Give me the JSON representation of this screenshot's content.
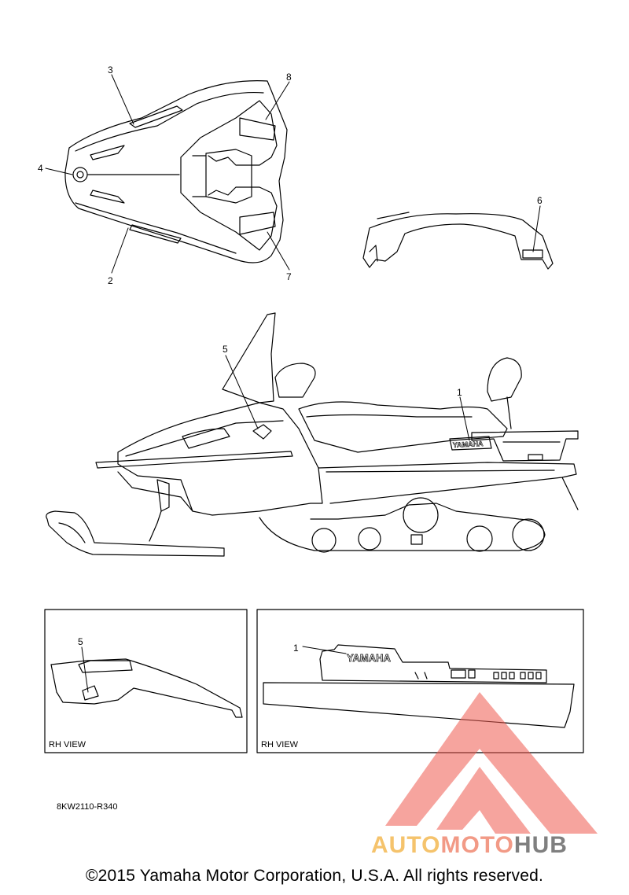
{
  "callouts": {
    "c1": "1",
    "c2": "2",
    "c3": "3",
    "c4": "4",
    "c5": "5",
    "c6": "6",
    "c7": "7",
    "c8": "8",
    "c5_inset": "5",
    "c1_inset": "1"
  },
  "decal_text": {
    "yamaha": "YAMAHA"
  },
  "insets": {
    "left_label": "RH VIEW",
    "right_label": "RH VIEW"
  },
  "part_code": "8KW2110-R340",
  "copyright": "©2015 Yamaha Motor Corporation, U.S.A. All rights reserved.",
  "watermark": {
    "part1": "AUTO",
    "part2": "MOTO",
    "part3": "HUB"
  },
  "colors": {
    "line": "#000000",
    "watermark_red": "#ef5a4e",
    "watermark_orange": "#f5c36c",
    "watermark_gray": "#7f7f7f"
  }
}
